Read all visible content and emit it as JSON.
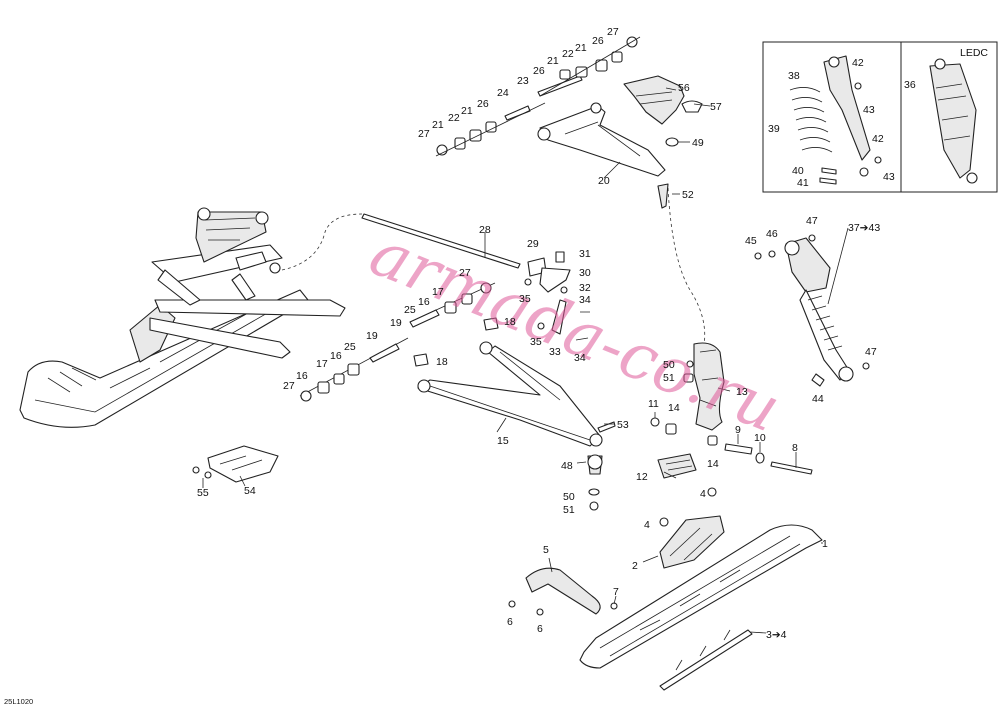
{
  "diagram": {
    "code": "25L1020",
    "watermark": "armada-co.ru",
    "inset_label": "LEDC"
  },
  "callouts": [
    {
      "id": "c1",
      "text": "1"
    },
    {
      "id": "c2",
      "text": "2"
    },
    {
      "id": "c3",
      "text": "3➔4"
    },
    {
      "id": "c4a",
      "text": "4"
    },
    {
      "id": "c4b",
      "text": "4"
    },
    {
      "id": "c5",
      "text": "5"
    },
    {
      "id": "c6a",
      "text": "6"
    },
    {
      "id": "c6b",
      "text": "6"
    },
    {
      "id": "c7",
      "text": "7"
    },
    {
      "id": "c8",
      "text": "8"
    },
    {
      "id": "c9",
      "text": "9"
    },
    {
      "id": "c10",
      "text": "10"
    },
    {
      "id": "c11",
      "text": "11"
    },
    {
      "id": "c12",
      "text": "12"
    },
    {
      "id": "c13",
      "text": "13"
    },
    {
      "id": "c14a",
      "text": "14"
    },
    {
      "id": "c14b",
      "text": "14"
    },
    {
      "id": "c15",
      "text": "15"
    },
    {
      "id": "c16a",
      "text": "16"
    },
    {
      "id": "c16b",
      "text": "16"
    },
    {
      "id": "c16c",
      "text": "16"
    },
    {
      "id": "c17a",
      "text": "17"
    },
    {
      "id": "c17b",
      "text": "17"
    },
    {
      "id": "c18a",
      "text": "18"
    },
    {
      "id": "c18b",
      "text": "18"
    },
    {
      "id": "c19a",
      "text": "19"
    },
    {
      "id": "c19b",
      "text": "19"
    },
    {
      "id": "c20",
      "text": "20"
    },
    {
      "id": "c21a",
      "text": "21"
    },
    {
      "id": "c21b",
      "text": "21"
    },
    {
      "id": "c21c",
      "text": "21"
    },
    {
      "id": "c21d",
      "text": "21"
    },
    {
      "id": "c22a",
      "text": "22"
    },
    {
      "id": "c22b",
      "text": "22"
    },
    {
      "id": "c23",
      "text": "23"
    },
    {
      "id": "c24",
      "text": "24"
    },
    {
      "id": "c25a",
      "text": "25"
    },
    {
      "id": "c25b",
      "text": "25"
    },
    {
      "id": "c26a",
      "text": "26"
    },
    {
      "id": "c26b",
      "text": "26"
    },
    {
      "id": "c26c",
      "text": "26"
    },
    {
      "id": "c27a",
      "text": "27"
    },
    {
      "id": "c27b",
      "text": "27"
    },
    {
      "id": "c27c",
      "text": "27"
    },
    {
      "id": "c27d",
      "text": "27"
    },
    {
      "id": "c28",
      "text": "28"
    },
    {
      "id": "c29",
      "text": "29"
    },
    {
      "id": "c30",
      "text": "30"
    },
    {
      "id": "c31",
      "text": "31"
    },
    {
      "id": "c32",
      "text": "32"
    },
    {
      "id": "c33",
      "text": "33"
    },
    {
      "id": "c34a",
      "text": "34"
    },
    {
      "id": "c34b",
      "text": "34"
    },
    {
      "id": "c35a",
      "text": "35"
    },
    {
      "id": "c35b",
      "text": "35"
    },
    {
      "id": "c36",
      "text": "36"
    },
    {
      "id": "c37",
      "text": "37➔43"
    },
    {
      "id": "c38",
      "text": "38"
    },
    {
      "id": "c39",
      "text": "39"
    },
    {
      "id": "c40",
      "text": "40"
    },
    {
      "id": "c41",
      "text": "41"
    },
    {
      "id": "c42a",
      "text": "42"
    },
    {
      "id": "c42b",
      "text": "42"
    },
    {
      "id": "c43a",
      "text": "43"
    },
    {
      "id": "c43b",
      "text": "43"
    },
    {
      "id": "c44",
      "text": "44"
    },
    {
      "id": "c45",
      "text": "45"
    },
    {
      "id": "c46",
      "text": "46"
    },
    {
      "id": "c47a",
      "text": "47"
    },
    {
      "id": "c47b",
      "text": "47"
    },
    {
      "id": "c48",
      "text": "48"
    },
    {
      "id": "c49",
      "text": "49"
    },
    {
      "id": "c50a",
      "text": "50"
    },
    {
      "id": "c50b",
      "text": "50"
    },
    {
      "id": "c51a",
      "text": "51"
    },
    {
      "id": "c51b",
      "text": "51"
    },
    {
      "id": "c52",
      "text": "52"
    },
    {
      "id": "c53",
      "text": "53"
    },
    {
      "id": "c54",
      "text": "54"
    },
    {
      "id": "c55",
      "text": "55"
    },
    {
      "id": "c56",
      "text": "56"
    },
    {
      "id": "c57",
      "text": "57"
    }
  ]
}
